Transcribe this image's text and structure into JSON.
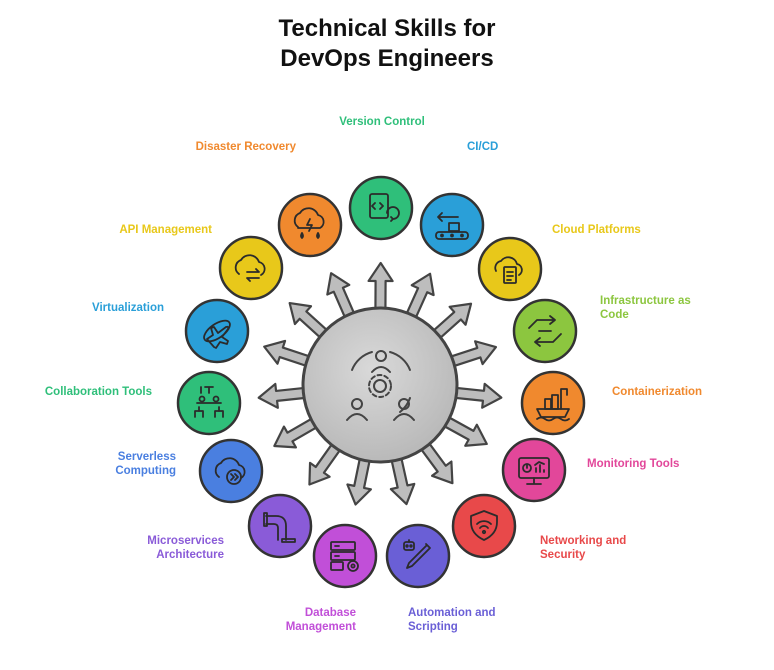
{
  "title_line1": "Technical Skills for",
  "title_line2": "DevOps Engineers",
  "center_icon": "team-gear-icon",
  "skills": [
    {
      "id": "version-control",
      "label": "Version Control",
      "color": "#2fbf7a",
      "icon": "code-sync-icon"
    },
    {
      "id": "ci-cd",
      "label": "CI/CD",
      "color": "#2a9fd8",
      "icon": "conveyor-icon"
    },
    {
      "id": "cloud-platforms",
      "label": "Cloud Platforms",
      "color": "#e8c81a",
      "icon": "cloud-document-icon"
    },
    {
      "id": "infrastructure-as-code",
      "label1": "Infrastructure as",
      "label2": "Code",
      "color": "#8cc63f",
      "icon": "transfer-arrows-icon"
    },
    {
      "id": "containerization",
      "label": "Containerization",
      "color": "#f0892e",
      "icon": "container-ship-icon"
    },
    {
      "id": "monitoring-tools",
      "label": "Monitoring Tools",
      "color": "#e2479a",
      "icon": "monitor-chart-icon"
    },
    {
      "id": "networking-security",
      "label1": "Networking and",
      "label2": "Security",
      "color": "#e8494a",
      "icon": "shield-wifi-icon"
    },
    {
      "id": "automation-scripting",
      "label1": "Automation and",
      "label2": "Scripting",
      "color": "#6a5fd6",
      "icon": "robot-pen-icon"
    },
    {
      "id": "database-management",
      "label1": "Database",
      "label2": "Management",
      "color": "#c14fd8",
      "icon": "server-gear-icon"
    },
    {
      "id": "microservices-architecture",
      "label1": "Microservices",
      "label2": "Architecture",
      "color": "#8a5bd8",
      "icon": "pipe-icon"
    },
    {
      "id": "serverless-computing",
      "label1": "Serverless",
      "label2": "Computing",
      "color": "#4a7fe0",
      "icon": "cloud-forward-icon"
    },
    {
      "id": "collaboration-tools",
      "label": "Collaboration Tools",
      "color": "#2fbf7a",
      "icon": "meeting-icon"
    },
    {
      "id": "virtualization",
      "label": "Virtualization",
      "color": "#2a9fd8",
      "icon": "plane-orbit-icon"
    },
    {
      "id": "api-management",
      "label": "API Management",
      "color": "#e8c81a",
      "icon": "cloud-exchange-icon"
    },
    {
      "id": "disaster-recovery",
      "label": "Disaster Recovery",
      "color": "#f0892e",
      "icon": "storm-cloud-icon"
    }
  ]
}
